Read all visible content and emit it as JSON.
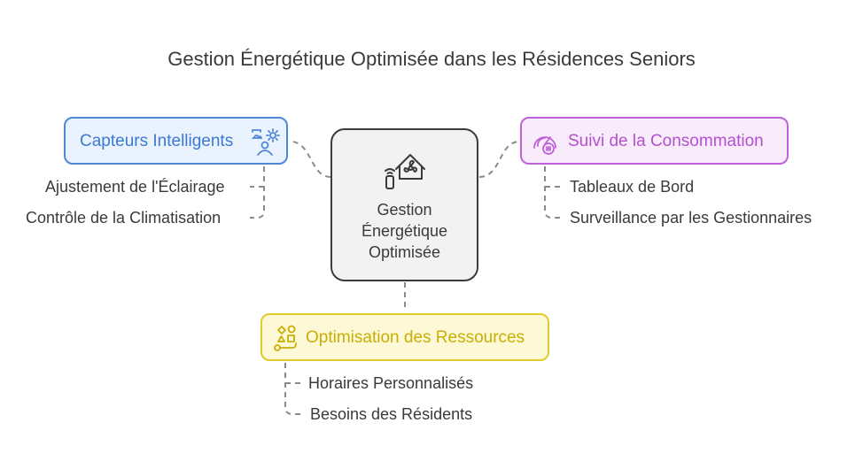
{
  "title": "Gestion Énergétique Optimisée dans les Résidences Seniors",
  "center": {
    "lines": [
      "Gestion",
      "Énergétique",
      "Optimisée"
    ],
    "icon": "smart-home-fan-icon"
  },
  "branches": {
    "sensors": {
      "label": "Capteurs Intelligents",
      "icon": "smart-sensor-icon",
      "color": "#4f86d6",
      "items": [
        "Ajustement de l'Éclairage",
        "Contrôle de la Climatisation"
      ]
    },
    "monitoring": {
      "label": "Suivi de la Consommation",
      "icon": "gauge-meter-icon",
      "color": "#c061dc",
      "items": [
        "Tableaux de Bord",
        "Surveillance par les Gestionnaires"
      ]
    },
    "resources": {
      "label": "Optimisation des Ressources",
      "icon": "shapes-resources-icon",
      "color": "#e0cc2c",
      "items": [
        "Horaires Personnalisés",
        "Besoins des Résidents"
      ]
    }
  }
}
